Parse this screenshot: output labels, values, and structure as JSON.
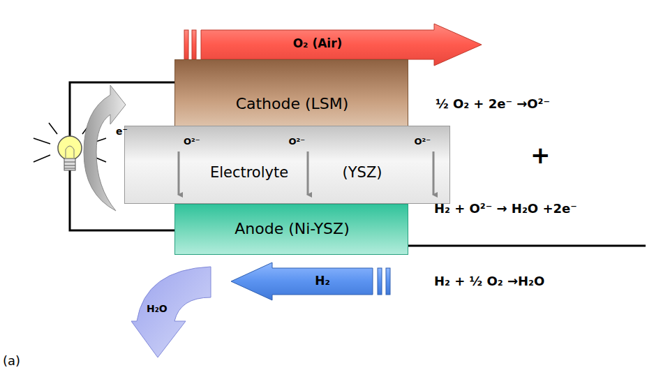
{
  "diagram": {
    "nodes": [
      {
        "text": [
          "O₂ (Air)"
        ]
      },
      {
        "text": [
          "Cathode (LSM)"
        ]
      },
      {
        "text": [
          "O²⁻",
          "O²⁻",
          "O²⁻",
          "Electrolyte",
          "(YSZ)"
        ]
      },
      {
        "text": [
          "e⁻"
        ]
      },
      {
        "text": [
          "Anode (Ni-YSZ)"
        ]
      },
      {
        "text": [
          "H₂"
        ]
      },
      {
        "text": [
          "H₂O"
        ]
      }
    ],
    "labels": [
      "½ O₂ + 2e⁻ →O²⁻",
      "+",
      "H₂ + O²⁻ → H₂O +2e⁻",
      "H₂ + ½ O₂ →H₂O",
      "(a)"
    ]
  }
}
